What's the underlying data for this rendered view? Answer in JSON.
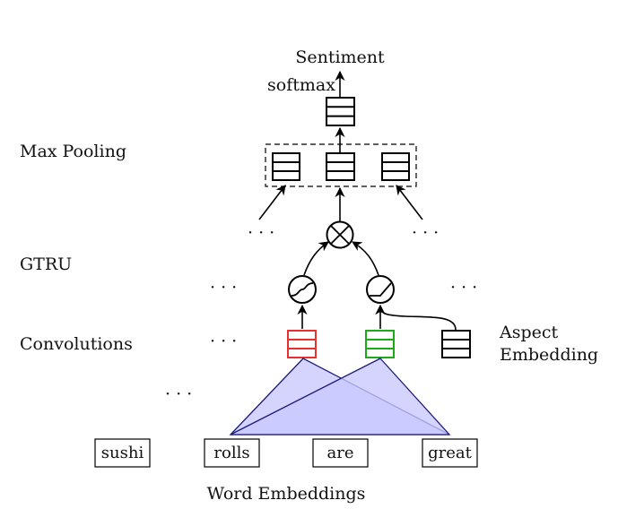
{
  "title": "Sentiment",
  "softmax_label": "softmax",
  "layers": {
    "max_pooling": "Max Pooling",
    "gtru": "GTRU",
    "convolutions": "Convolutions"
  },
  "aspect_label_line1": "Aspect",
  "aspect_label_line2": "Embedding",
  "words": [
    "sushi",
    "rolls",
    "are",
    "great"
  ],
  "word_embeddings_label": "Word Embeddings",
  "ellipsis": "· · ·",
  "colors": {
    "conv_red": "#e8302c",
    "conv_green": "#1aaa1a",
    "triangle_fill": "#c8c8ff",
    "triangle_stroke": "#1b1b7a",
    "line": "#000000"
  }
}
